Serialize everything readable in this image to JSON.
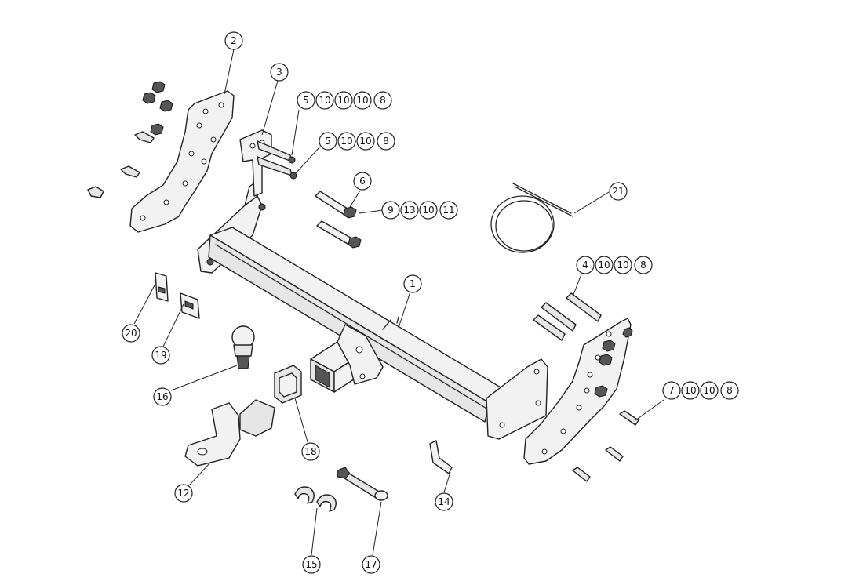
{
  "labels": {
    "c1": "1",
    "c2": "2",
    "c3": "3",
    "c6": "6",
    "c12": "12",
    "c14": "14",
    "c15": "15",
    "c16": "16",
    "c17": "17",
    "c18": "18",
    "c19": "19",
    "c20": "20",
    "c21": "21",
    "g1": [
      "5",
      "10",
      "10",
      "10",
      "8"
    ],
    "g2": [
      "5",
      "10",
      "10",
      "8"
    ],
    "g3": [
      "9",
      "13",
      "10",
      "11"
    ],
    "g4": [
      "4",
      "10",
      "10",
      "8"
    ],
    "g5": [
      "7",
      "10",
      "10",
      "8"
    ]
  }
}
